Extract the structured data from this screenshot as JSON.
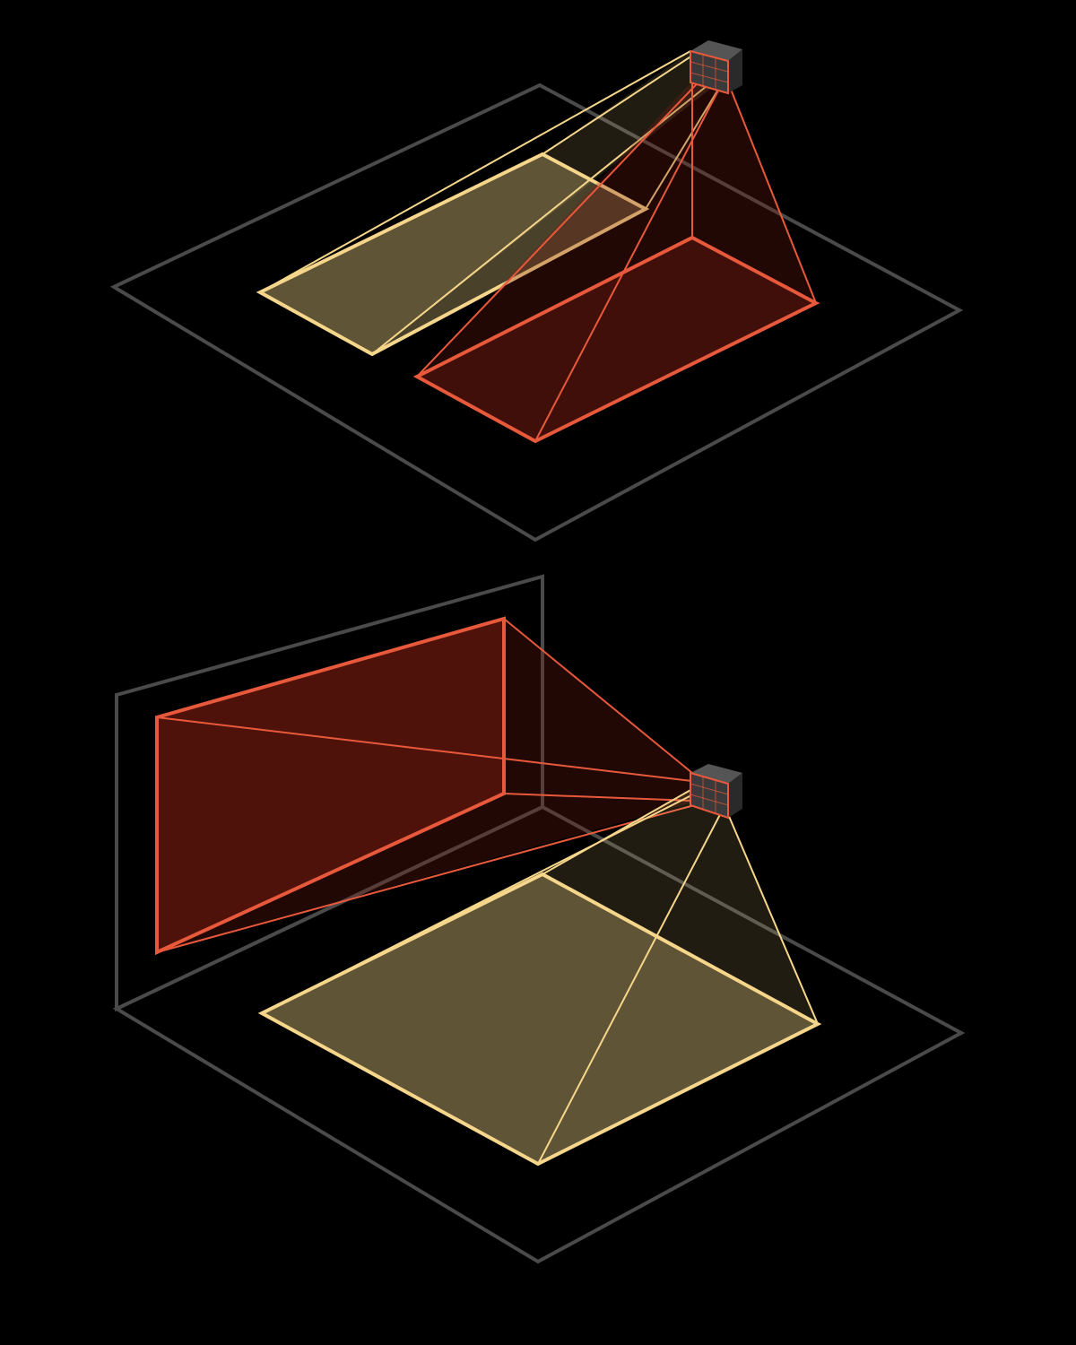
{
  "diagram": {
    "background_color": "#000000",
    "plane_stroke_color": "#4a4a4a",
    "projector_body_color": "#3a3a3a",
    "warm_stroke_color": "#f6d68a",
    "warm_fill_color": "#f6d68a",
    "hot_stroke_color": "#e8593c",
    "hot_fill_color": "#7a1c12",
    "scenes": [
      {
        "id": "two-beam-floor-projection",
        "projector_icon": "projector-device-icon",
        "surfaces": [
          "floor-plane"
        ],
        "beams": [
          {
            "color": "warm",
            "target": "floor-rectangle-left"
          },
          {
            "color": "hot",
            "target": "floor-rectangle-right"
          }
        ]
      },
      {
        "id": "floor-and-wall-projection",
        "projector_icon": "projector-device-icon",
        "surfaces": [
          "floor-plane",
          "wall-plane"
        ],
        "beams": [
          {
            "color": "hot",
            "target": "wall-rectangle"
          },
          {
            "color": "warm",
            "target": "floor-rectangle"
          }
        ]
      }
    ]
  }
}
